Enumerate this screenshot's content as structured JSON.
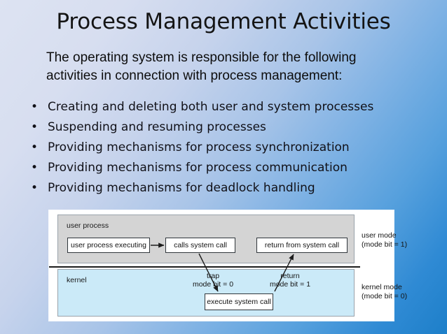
{
  "slide": {
    "title": "Process Management Activities",
    "intro": "The operating system is responsible for the following activities in connection with process management:",
    "bullet_marker": "•",
    "bullets": [
      "Creating and deleting both user and system processes",
      "Suspending and resuming processes",
      "Providing mechanisms for process synchronization",
      "Providing mechanisms for process communication",
      "Providing mechanisms for deadlock handling"
    ]
  },
  "figure": {
    "zones": {
      "user_process_label": "user process",
      "kernel_label": "kernel"
    },
    "boxes": {
      "user_process_executing": "user process executing",
      "calls_system_call": "calls system call",
      "return_from_system_call": "return from system call",
      "execute_system_call": "execute system call"
    },
    "notes": {
      "trap": "trap\nmode bit = 0",
      "trap_line1": "trap",
      "trap_line2": "mode bit = 0",
      "return_line1": "return",
      "return_line2": "mode bit = 1"
    },
    "mode_labels": {
      "user_mode_line1": "user mode",
      "user_mode_line2": "(mode bit = 1)",
      "kernel_mode_line1": "kernel mode",
      "kernel_mode_line2": "(mode bit = 0)"
    }
  },
  "colors": {
    "background_light": "#dde3f2",
    "background_deep": "#1d7fc9",
    "user_zone": "#d4d4d4",
    "kernel_zone": "#cbeaf8",
    "text": "#111118",
    "figure_panel": "#ffffff"
  }
}
